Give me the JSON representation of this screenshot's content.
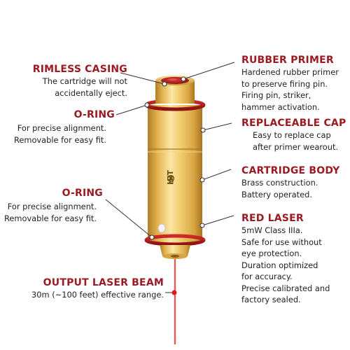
{
  "colors": {
    "title_red": "#9b1b22",
    "ring_red": "#b81d1d",
    "brass_light": "#fbe39a",
    "brass_mid": "#e2b34f",
    "brass_dark": "#b07d24",
    "laser": "#e01a1a"
  },
  "product_brand": "HIT",
  "callouts": {
    "rimless_casing": {
      "title": "RIMLESS CASING",
      "lines": [
        "The cartridge will not",
        "accidentally eject."
      ]
    },
    "o_ring_top": {
      "title": "O-RING",
      "lines": [
        "For precise alignment.",
        "Removable for easy fit."
      ]
    },
    "o_ring_bottom": {
      "title": "O-RING",
      "lines": [
        "For precise alignment.",
        "Removable for easy fit."
      ]
    },
    "output_laser_beam": {
      "title": "OUTPUT LASER BEAM",
      "lines": [
        "30m (~100 feet) effective range."
      ]
    },
    "rubber_primer": {
      "title": "RUBBER PRIMER",
      "lines": [
        "Hardened rubber primer",
        "to preserve firing pin.",
        "Firing pin, striker,",
        "hammer  activation."
      ]
    },
    "replaceable_cap": {
      "title": "REPLACEABLE CAP",
      "lines": [
        "Easy to replace cap",
        "after primer wearout."
      ]
    },
    "cartridge_body": {
      "title": "CARTRIDGE BODY",
      "lines": [
        "Brass construction.",
        "Battery operated."
      ]
    },
    "red_laser": {
      "title": "RED LASER",
      "lines": [
        "5mW Class IIIa.",
        "Safe for use without",
        "eye protection.",
        "Duration optimized",
        "for accuracy.",
        "Precise calibrated and",
        "factory sealed."
      ]
    }
  }
}
